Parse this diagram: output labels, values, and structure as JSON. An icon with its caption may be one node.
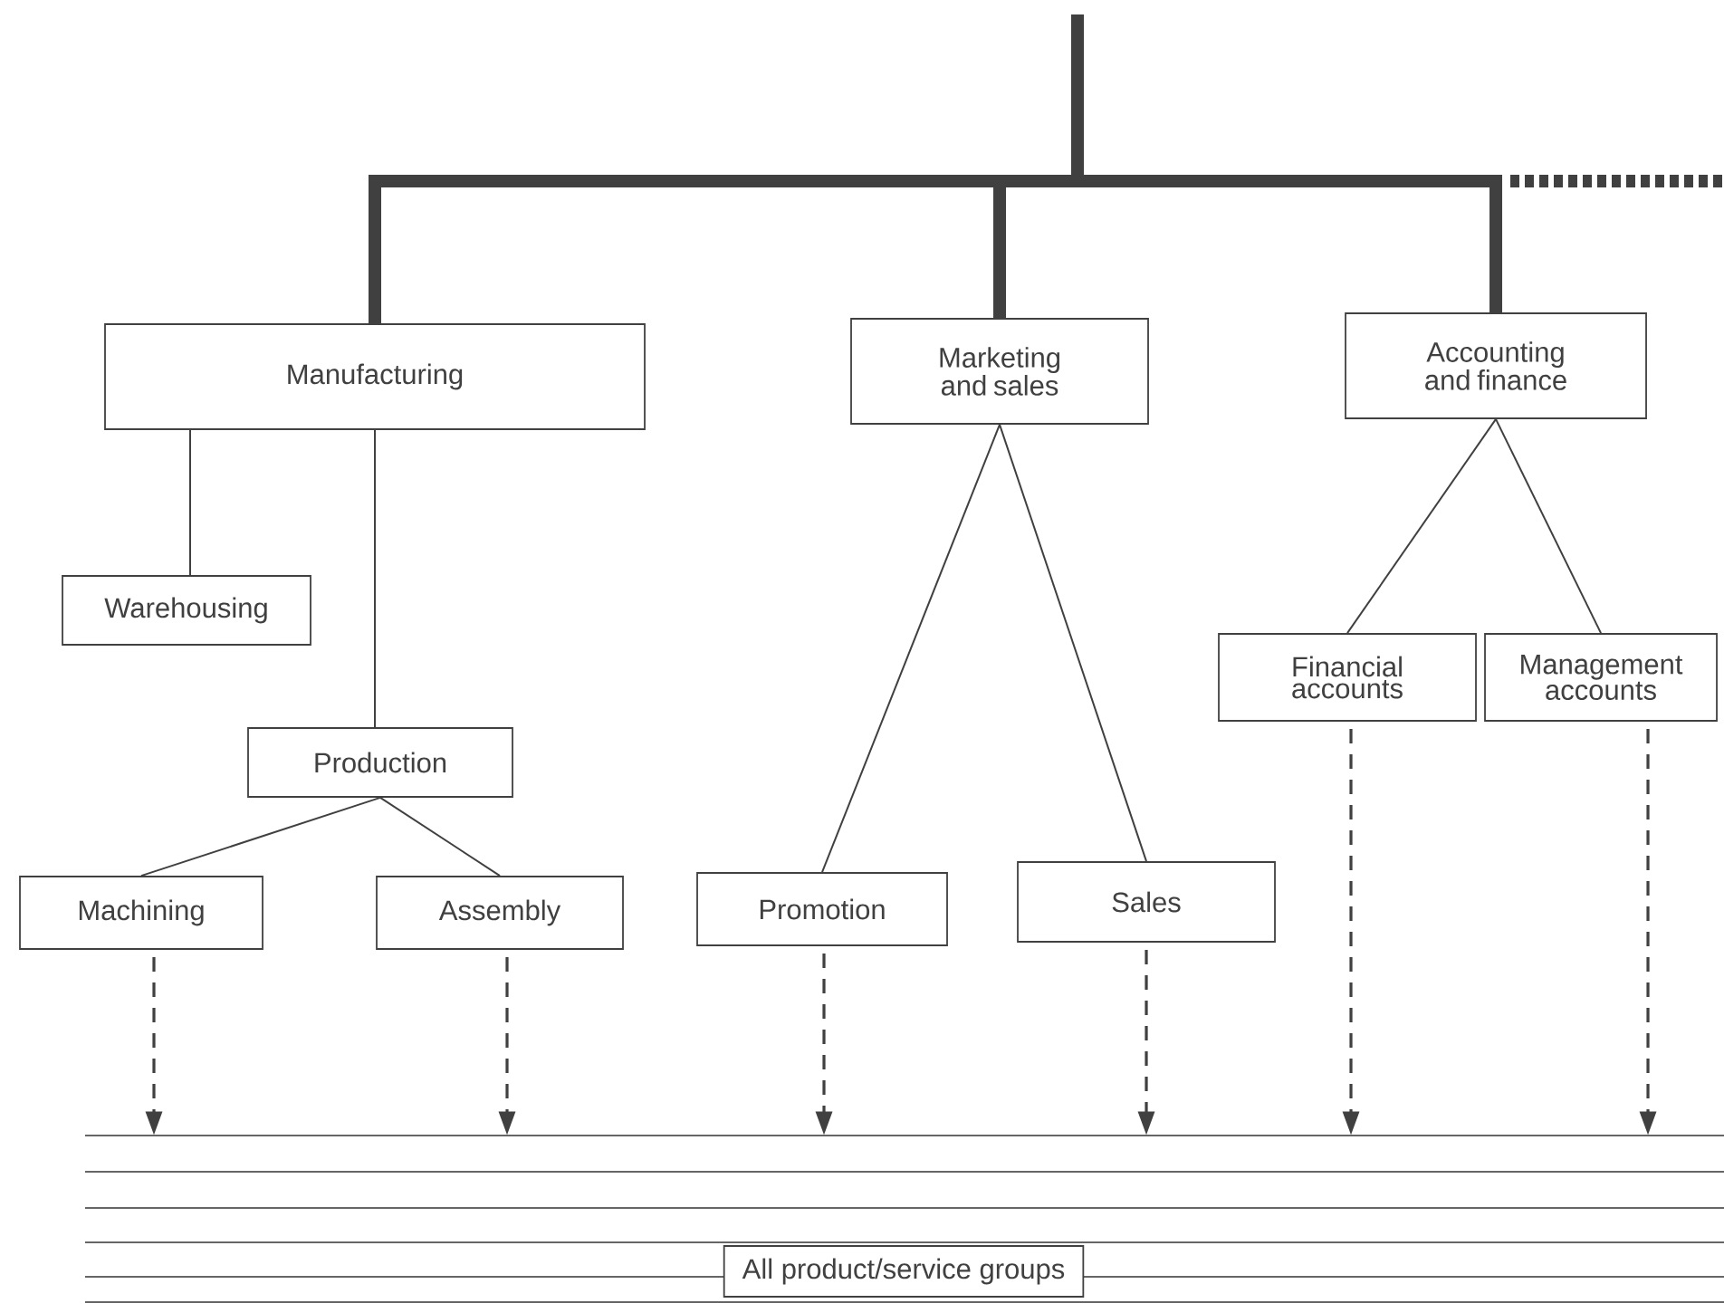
{
  "diagram": {
    "nodes": [
      {
        "text": [
          "Manufacturing"
        ]
      },
      {
        "text": [
          "Marketing and sales"
        ]
      },
      {
        "text": [
          "Accounting and finance"
        ]
      },
      {
        "text": [
          "Warehousing"
        ]
      },
      {
        "text": [
          "Production"
        ]
      },
      {
        "text": [
          "Machining"
        ]
      },
      {
        "text": [
          "Assembly"
        ]
      },
      {
        "text": [
          "Promotion"
        ]
      },
      {
        "text": [
          "Sales"
        ]
      },
      {
        "text": [
          "Financial accounts"
        ]
      },
      {
        "text": [
          "Management accounts"
        ]
      },
      {
        "text": [
          "All product/service groups"
        ]
      }
    ],
    "edges": [
      {
        "from": null,
        "to": 0,
        "arrow": "none",
        "style": "thick"
      },
      {
        "from": null,
        "to": 1,
        "arrow": "none",
        "style": "thick"
      },
      {
        "from": null,
        "to": 2,
        "arrow": "none",
        "style": "thick"
      },
      {
        "from": 0,
        "to": 3,
        "arrow": "none"
      },
      {
        "from": 0,
        "to": 4,
        "arrow": "none"
      },
      {
        "from": 4,
        "to": 5,
        "arrow": "none"
      },
      {
        "from": 4,
        "to": 6,
        "arrow": "none"
      },
      {
        "from": 1,
        "to": 7,
        "arrow": "none"
      },
      {
        "from": 1,
        "to": 8,
        "arrow": "none"
      },
      {
        "from": 2,
        "to": 9,
        "arrow": "none"
      },
      {
        "from": 2,
        "to": 10,
        "arrow": "none"
      },
      {
        "from": 5,
        "to": 11,
        "arrow": "to",
        "style": "dashed"
      },
      {
        "from": 6,
        "to": 11,
        "arrow": "to",
        "style": "dashed"
      },
      {
        "from": 7,
        "to": 11,
        "arrow": "to",
        "style": "dashed"
      },
      {
        "from": 8,
        "to": 11,
        "arrow": "to",
        "style": "dashed"
      },
      {
        "from": 9,
        "to": 11,
        "arrow": "to",
        "style": "dashed"
      },
      {
        "from": 10,
        "to": 11,
        "arrow": "to",
        "style": "dashed"
      }
    ]
  }
}
